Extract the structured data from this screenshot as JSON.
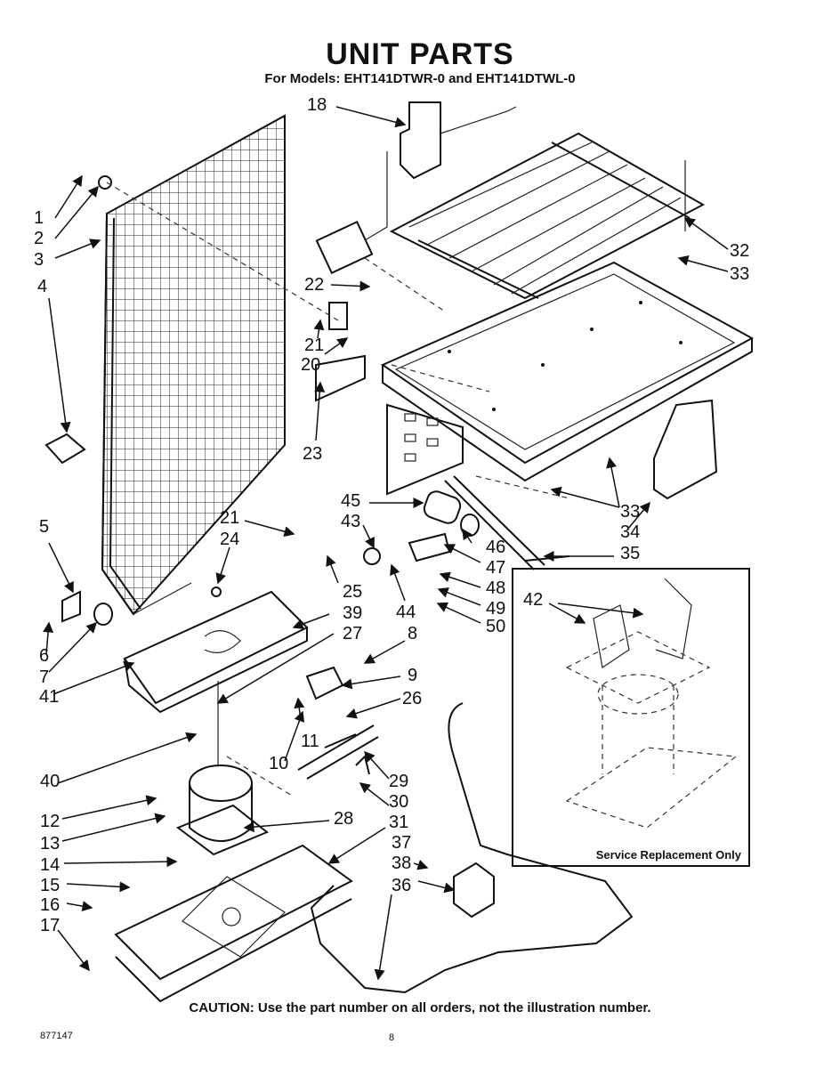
{
  "header": {
    "title": "UNIT PARTS",
    "subtitle": "For Models: EHT141DTWR-0 and EHT141DTWL-0"
  },
  "callouts": [
    "1",
    "2",
    "3",
    "4",
    "5",
    "6",
    "7",
    "41",
    "18",
    "22",
    "21",
    "20",
    "23",
    "32",
    "33",
    "33",
    "34",
    "35",
    "45",
    "43",
    "46",
    "47",
    "48",
    "44",
    "49",
    "50",
    "21",
    "24",
    "25",
    "39",
    "27",
    "8",
    "9",
    "26",
    "11",
    "10",
    "29",
    "40",
    "12",
    "13",
    "14",
    "15",
    "16",
    "17",
    "28",
    "30",
    "31",
    "37",
    "38",
    "36",
    "42"
  ],
  "inset": {
    "caption": "Service Replacement Only"
  },
  "footer": {
    "caution": "CAUTION: Use the part number on all orders, not the illustration number.",
    "doc_number": "877147",
    "page_number": "8"
  }
}
